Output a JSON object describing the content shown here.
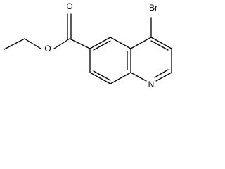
{
  "molecule": {
    "atoms": {
      "oxygen_carbonyl": "O",
      "oxygen_ester": "O",
      "bromine": "Br",
      "nitrogen": "N"
    }
  }
}
